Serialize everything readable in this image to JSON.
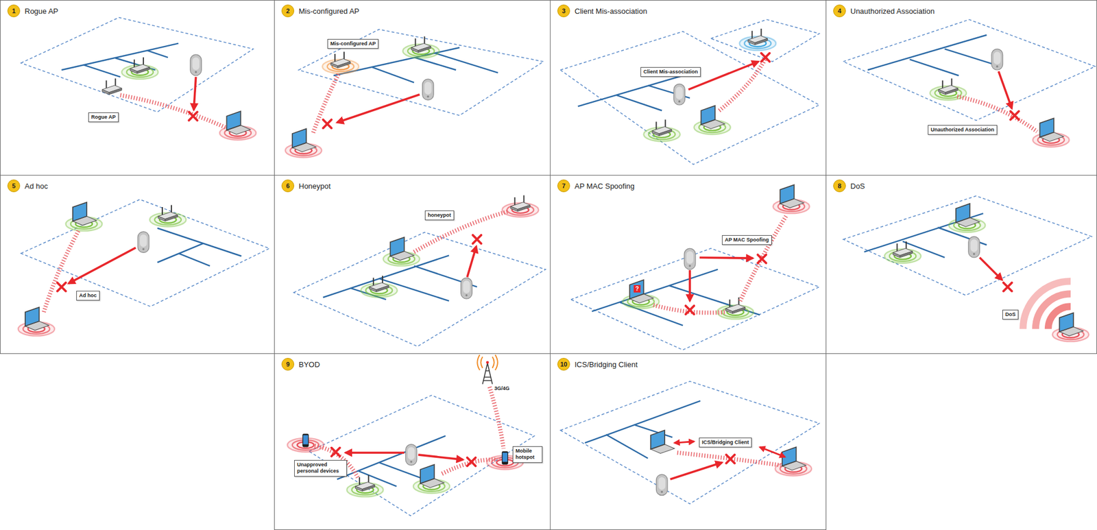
{
  "diagram": {
    "nodes": [
      {
        "text": [
          "Rogue AP"
        ]
      },
      {
        "text": [
          "1"
        ],
        "in": 0
      },
      {
        "text": [
          "Rogue AP"
        ],
        "in": 0
      },
      {
        "text": [
          "Mis-configured AP"
        ]
      },
      {
        "text": [
          "2"
        ],
        "in": 3
      },
      {
        "text": [
          "Mis-configured AP"
        ],
        "in": 3
      },
      {
        "text": [
          "Client Mis-association"
        ]
      },
      {
        "text": [
          "3"
        ],
        "in": 6
      },
      {
        "text": [
          "Client Mis-association"
        ],
        "in": 6
      },
      {
        "text": [
          "Unauthorized Association"
        ]
      },
      {
        "text": [
          "4"
        ],
        "in": 9
      },
      {
        "text": [
          "Unauthorized Association"
        ],
        "in": 9
      },
      {
        "text": [
          "Ad hoc"
        ]
      },
      {
        "text": [
          "5"
        ],
        "in": 12
      },
      {
        "text": [
          "Ad hoc"
        ],
        "in": 12
      },
      {
        "text": [
          "Honeypot"
        ]
      },
      {
        "text": [
          "6"
        ],
        "in": 15
      },
      {
        "text": [
          "honeypot"
        ],
        "in": 15
      },
      {
        "text": [
          "AP MAC Spoofing"
        ]
      },
      {
        "text": [
          "7"
        ],
        "in": 18
      },
      {
        "text": [
          "AP MAC Spoofing"
        ],
        "in": 18
      },
      {
        "text": [
          "DoS"
        ]
      },
      {
        "text": [
          "8"
        ],
        "in": 21
      },
      {
        "text": [
          "DoS"
        ],
        "in": 21
      },
      {
        "text": [
          "BYOD"
        ]
      },
      {
        "text": [
          "9"
        ],
        "in": 24
      },
      {
        "text": [
          "Unapproved personal devices"
        ],
        "in": 24
      },
      {
        "text": [
          "Mobile hotspot"
        ],
        "in": 24
      },
      {
        "text": [
          "ICS/Bridging Client"
        ]
      },
      {
        "text": [
          "10"
        ],
        "in": 28
      },
      {
        "text": [
          "ICS/Bridging Client"
        ],
        "in": 28
      }
    ],
    "labels": [
      "3G/4G",
      "?"
    ]
  }
}
